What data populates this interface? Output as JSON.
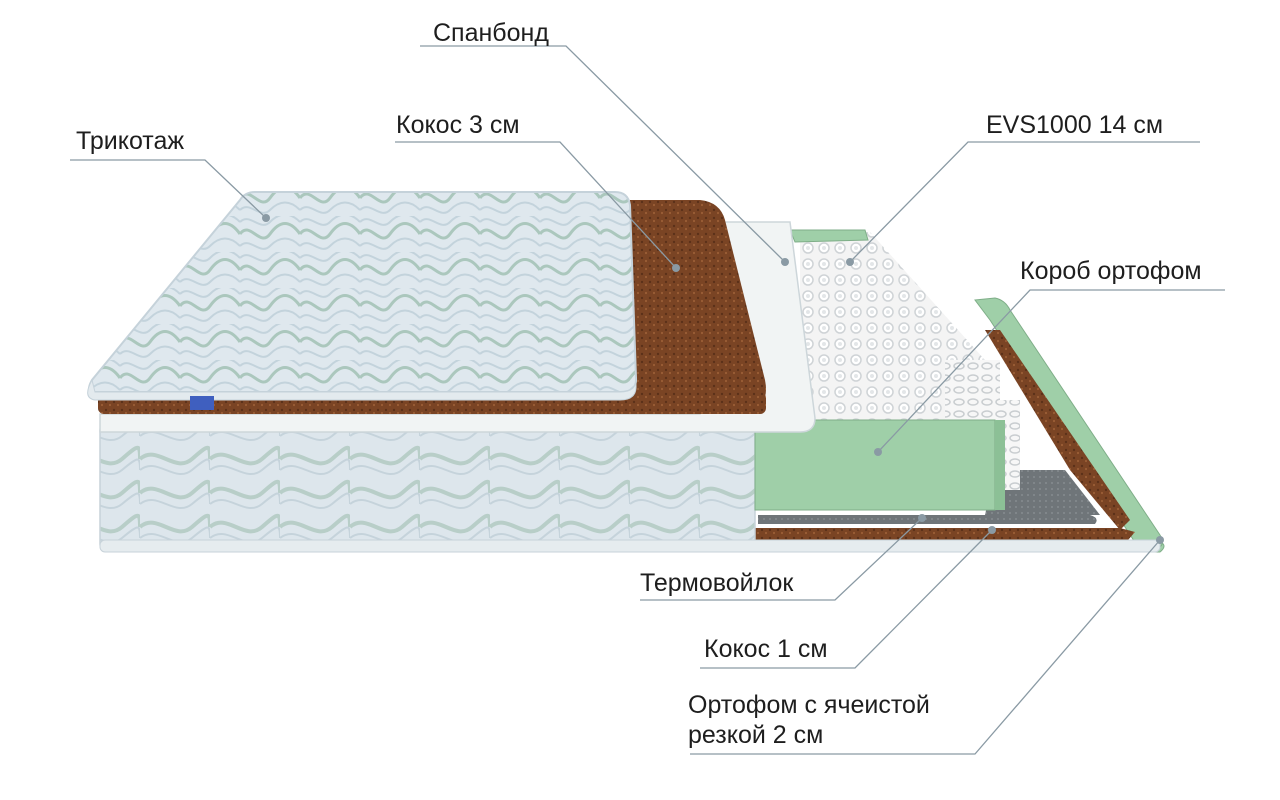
{
  "labels": {
    "spunbond": "Спанбонд",
    "coconut_top": "Кокос 3 см",
    "jersey": "Трикотаж",
    "springs": "EVS1000 14 см",
    "foam_box": "Короб ортофом",
    "felt": "Термовойлок",
    "coconut_bottom": "Кокос 1 см",
    "orthofoam_line1": "Ортофом с ячеистой",
    "orthofoam_line2": "резкой 2 см"
  },
  "colors": {
    "fabric": "#dfe8ee",
    "fabric_pattern": "#8fb5a6",
    "coconut": "#7a4424",
    "spunbond": "#f1f4f4",
    "green_foam": "#9fcfa8",
    "felt": "#6f7579",
    "springs": "#f4f4f4",
    "leader_line": "#8a9aa4",
    "text": "#1e1e1e"
  }
}
